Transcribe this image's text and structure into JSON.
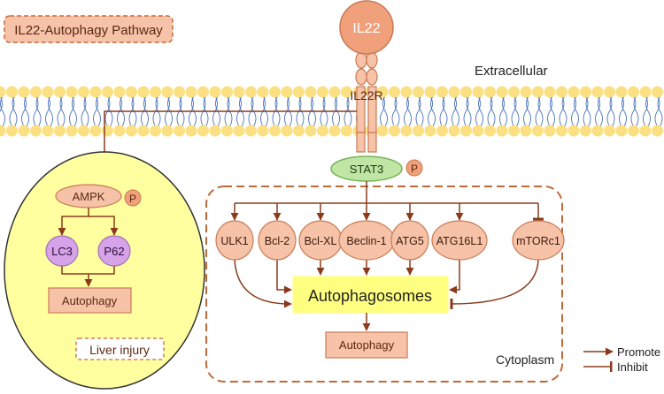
{
  "title": "IL22-Autophagy Pathway",
  "ligand": "IL22",
  "receptor": "IL22R",
  "extracellular_label": "Extracellular",
  "cytoplasm_label": "Cytoplasm",
  "stat3": "STAT3",
  "phospho": "P",
  "ampk": "AMPK",
  "lc3": "LC3",
  "p62": "P62",
  "left_autophagy": "Autophagy",
  "liver_injury": "Liver injury",
  "targets": [
    "ULK1",
    "Bcl-2",
    "Bcl-XL",
    "Beclin-1",
    "ATG5",
    "ATG16L1",
    "mTORc1"
  ],
  "autophagosomes": "Autophagosomes",
  "right_autophagy": "Autophagy",
  "legend": {
    "promote": "Promote",
    "inhibit": "Inhibit"
  },
  "colors": {
    "node_fill": "#f6c3a8",
    "node_stroke": "#c97a55",
    "arrow": "#8b3a1c",
    "membrane": "#fbe083",
    "tail": "#4a74b8",
    "stat3_fill": "#bfe6a5",
    "stat3_stroke": "#79b356",
    "cell_fill": "#ffffa0",
    "lc3_fill": "#d6a2e8",
    "autophagosome_fill": "#ffff80",
    "dashed": "#c06a3a"
  }
}
